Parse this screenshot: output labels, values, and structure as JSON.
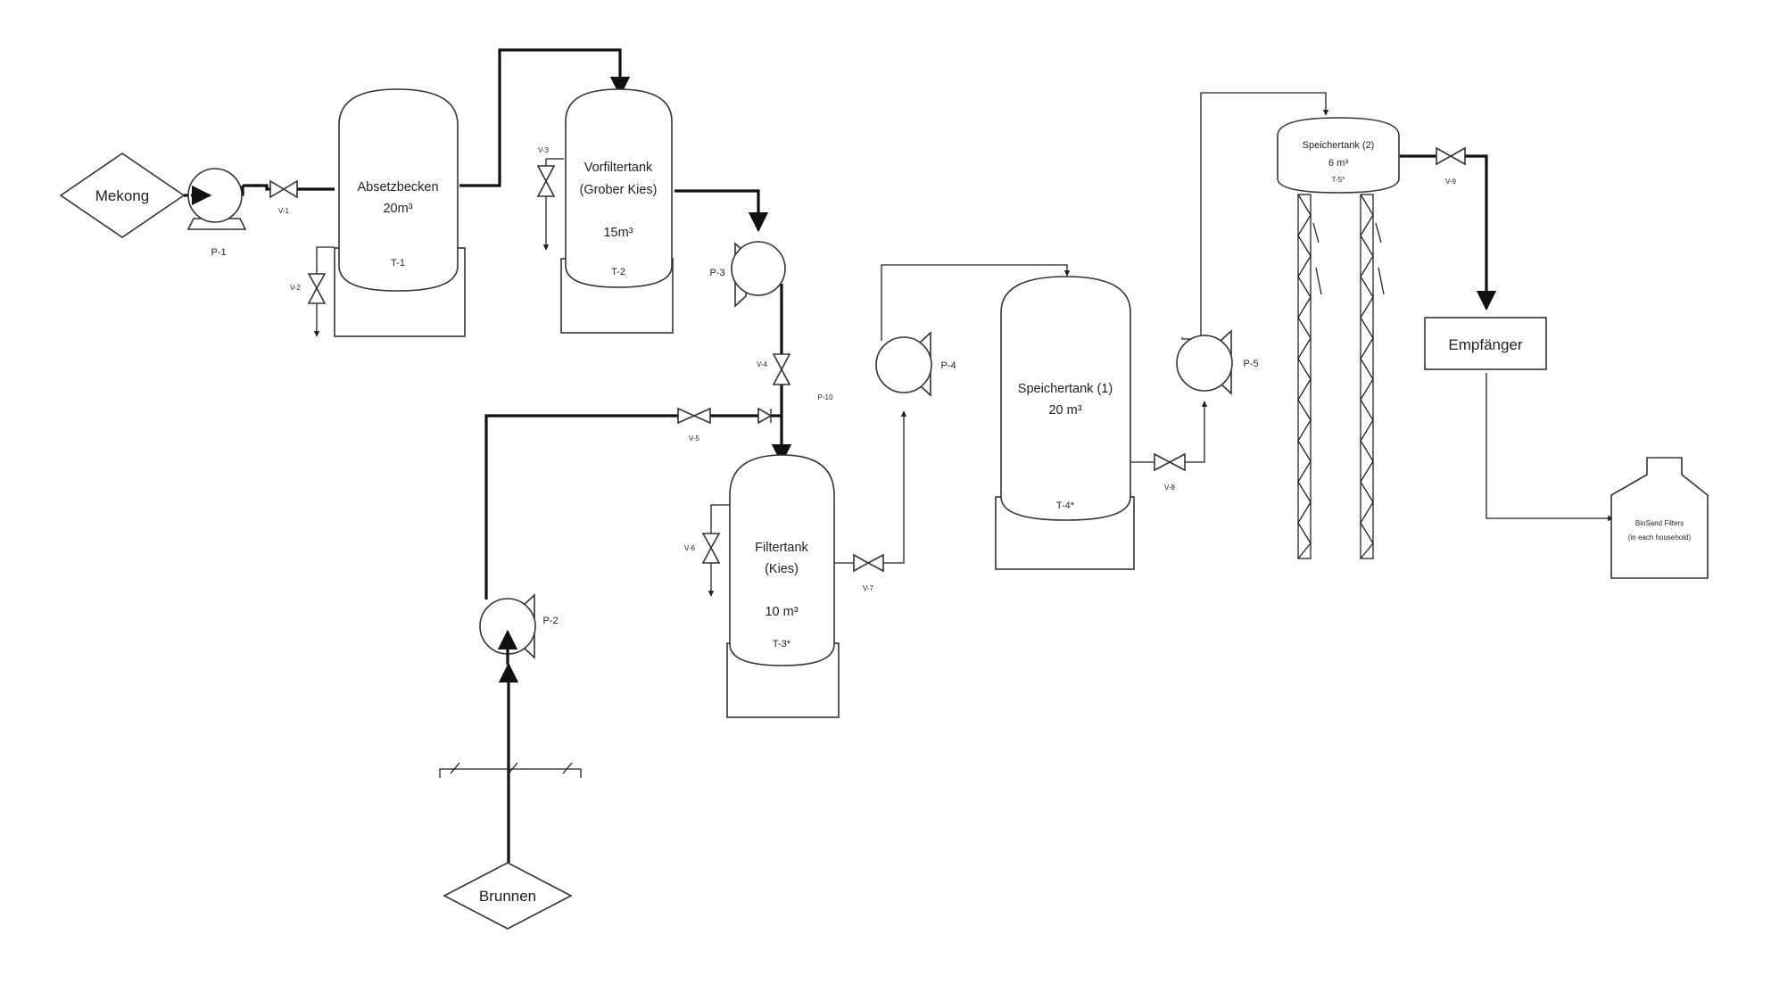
{
  "sources": {
    "mekong": "Mekong",
    "brunnen": "Brunnen"
  },
  "pumps": {
    "p1": "P-1",
    "p2": "P-2",
    "p3": "P-3",
    "p4": "P-4",
    "p5": "P-5",
    "p10": "P-10"
  },
  "valves": {
    "v1": "V-1",
    "v2": "V-2",
    "v3": "V-3",
    "v4": "V-4",
    "v5": "V-5",
    "v6": "V-6",
    "v7": "V-7",
    "v8": "V-8",
    "v9": "V-9"
  },
  "tanks": {
    "t1": {
      "name": "Absetzbecken",
      "volume": "20m³",
      "tag": "T-1"
    },
    "t2": {
      "name": "Vorfiltertank",
      "sub": "(Grober Kies)",
      "volume": "15m³",
      "tag": "T-2"
    },
    "t3": {
      "name": "Filtertank",
      "sub": "(Kies)",
      "volume": "10 m³",
      "tag": "T-3*"
    },
    "t4": {
      "name": "Speichertank (1)",
      "volume": "20 m³",
      "tag": "T-4*"
    },
    "t5": {
      "name": "Speichertank (2)",
      "volume": "6 m³",
      "tag": "T-5*"
    }
  },
  "receiver": "Empfänger",
  "biosand": {
    "line1": "BioSand Filters",
    "line2": "(in each household)"
  }
}
